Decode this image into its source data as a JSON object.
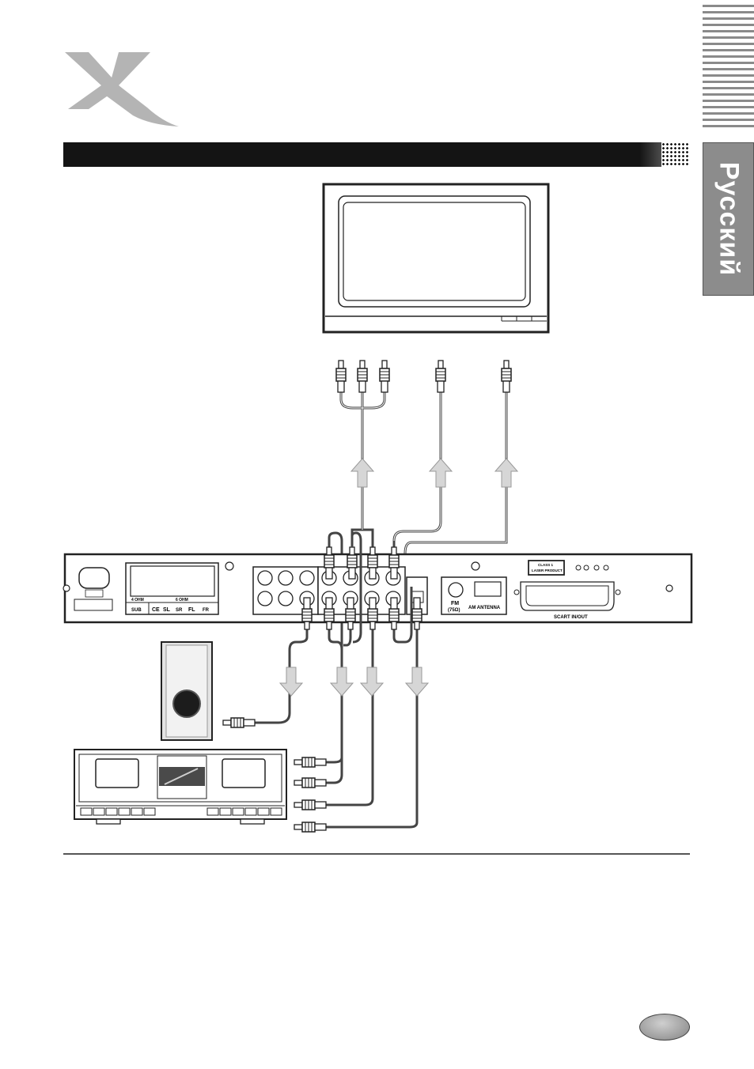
{
  "sidebar": {
    "language_tab": "Русский"
  },
  "player_panel": {
    "labels": {
      "ohm4": "4 OHM",
      "ohm6": "6 OHM",
      "sub": "SUB",
      "ce": "CE",
      "sl": "SL",
      "sr": "SR",
      "fl": "FL",
      "fr": "FR",
      "fm": "FM",
      "fm_ohm": "(75Ω)",
      "am_antenna": "AM ANTENNA",
      "scart": "SCART IN/OUT",
      "class1": "CLASS 1",
      "laser_product": "LASER PRODUCT"
    }
  },
  "colors": {
    "title_bar": "#141414",
    "language_tab": "#8c8c8c",
    "logo": "#b4b4b4",
    "arrow_fill": "#d6d6d6",
    "cable": "#444444"
  },
  "icons": {
    "logo": "x-logo-icon",
    "arrow_up": "arrow-up-icon",
    "arrow_down": "arrow-down-icon",
    "rca_plug": "rca-plug-icon"
  }
}
